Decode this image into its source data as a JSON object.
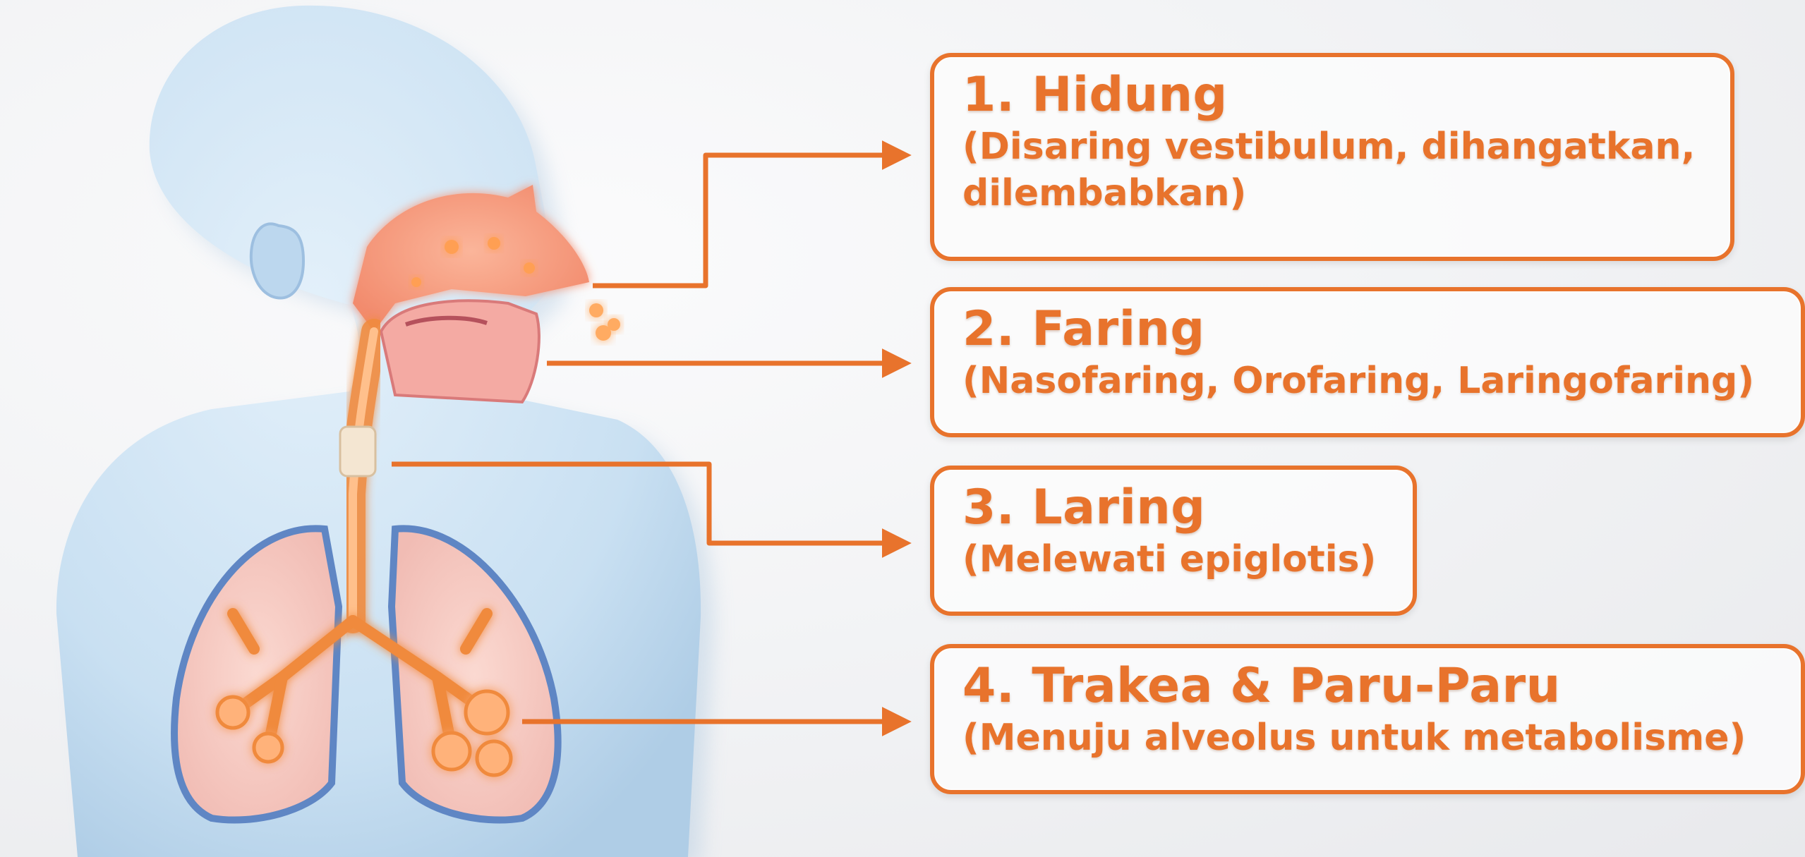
{
  "labels": [
    {
      "title": "1. Hidung",
      "desc": "(Disaring vestibulum, dihangatkan, dilembabkan)"
    },
    {
      "title": "2. Faring",
      "desc": "(Nasofaring, Orofaring, Laringofaring)"
    },
    {
      "title": "3. Laring",
      "desc": "(Melewati epiglotis)"
    },
    {
      "title": "4. Trakea & Paru-Paru",
      "desc": "(Menuju alveolus untuk metabolisme)"
    }
  ],
  "colors": {
    "accent": "#e8732c",
    "body": "#cfe3f3",
    "body_shadow": "#a9c8e2",
    "airway": "#f08a3c",
    "airway_glow": "#ffb27a",
    "lung_fill": "#f6c9c2",
    "lung_outline": "#5f86c4",
    "background": "#f1f2f4"
  },
  "icons": [
    "human-silhouette-icon",
    "lungs-icon",
    "airway-icon",
    "arrow-right-icon"
  ]
}
